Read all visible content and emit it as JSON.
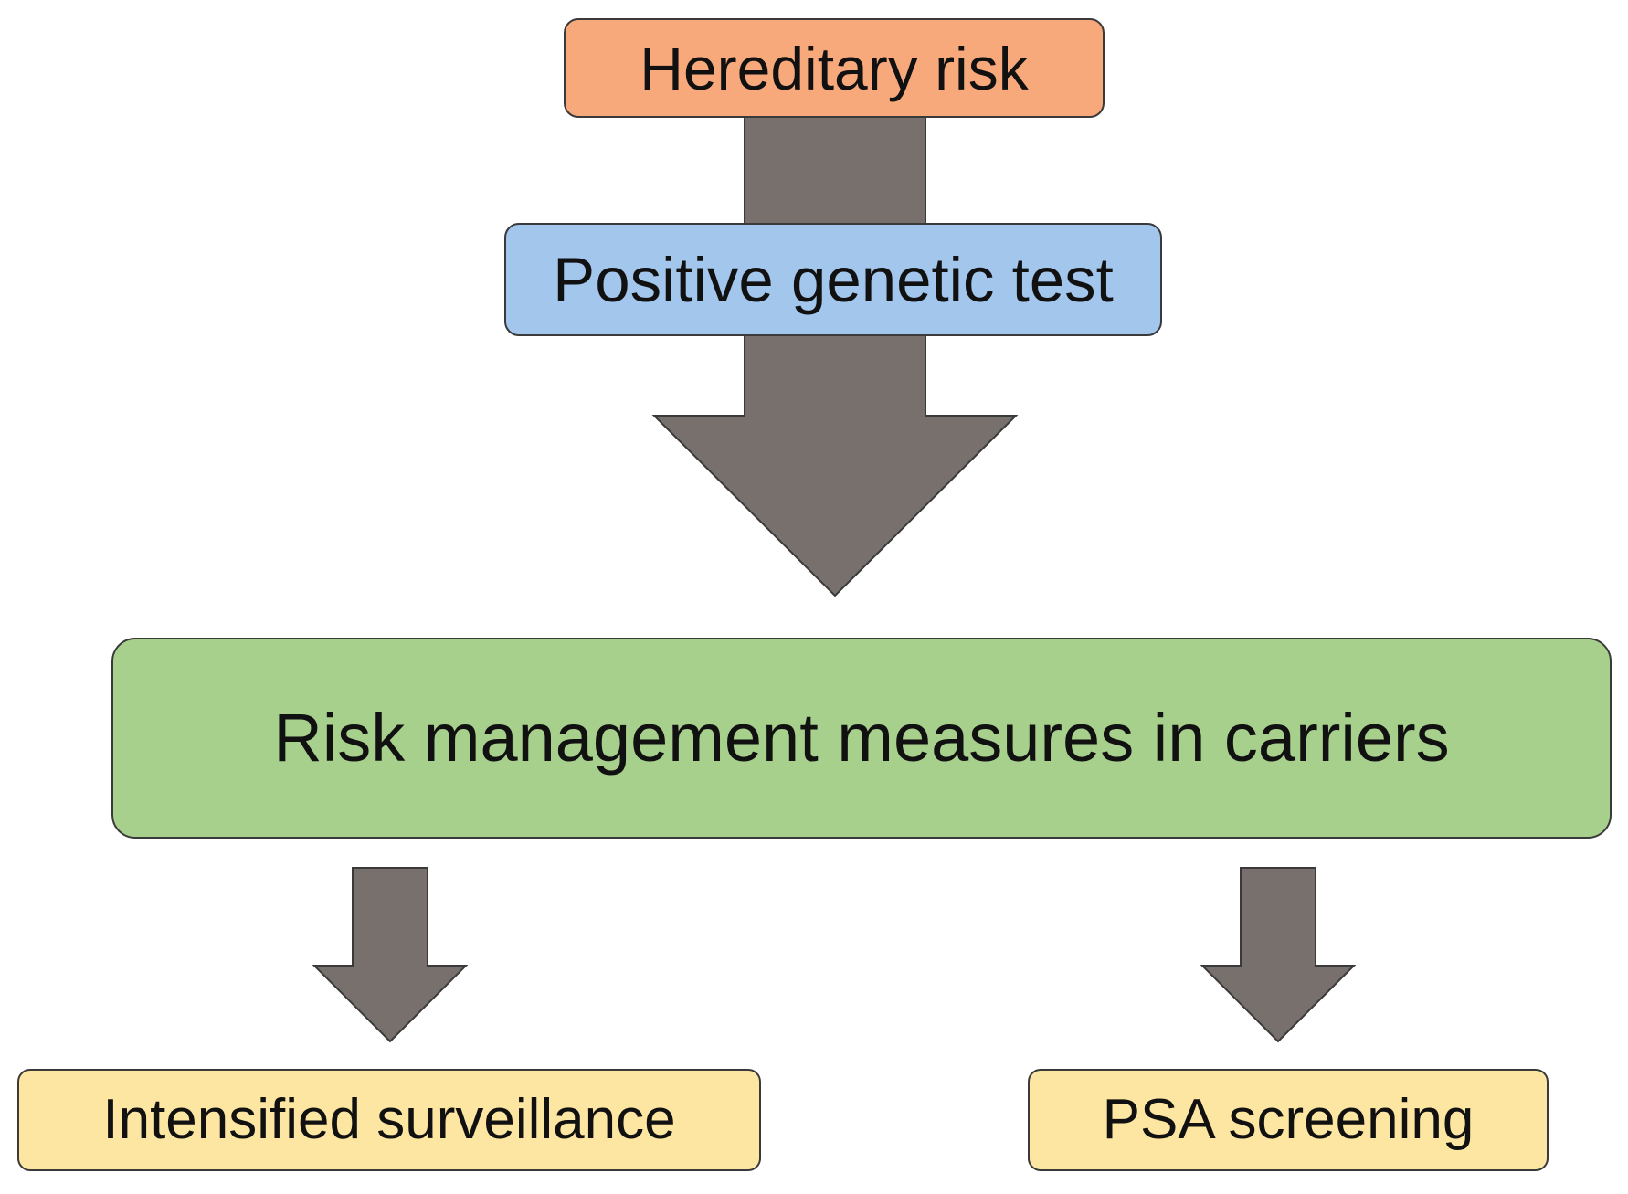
{
  "colors": {
    "hereditary_fill": "#f7a97c",
    "genetic_fill": "#a3c6ec",
    "risk_fill": "#a8d08d",
    "outcome_fill": "#fde6a1",
    "arrow_fill": "#77706d",
    "border": "#3a3a3a",
    "text": "#111111"
  },
  "nodes": {
    "hereditary": {
      "label": "Hereditary risk"
    },
    "genetic": {
      "label": "Positive genetic test"
    },
    "risk": {
      "label": "Risk management measures in carriers"
    },
    "surveillance": {
      "label": "Intensified surveillance"
    },
    "psa": {
      "label": "PSA screening"
    }
  },
  "edges": [
    {
      "from": "hereditary",
      "to": "risk",
      "via": "genetic"
    },
    {
      "from": "risk",
      "to": "surveillance"
    },
    {
      "from": "risk",
      "to": "psa"
    }
  ]
}
